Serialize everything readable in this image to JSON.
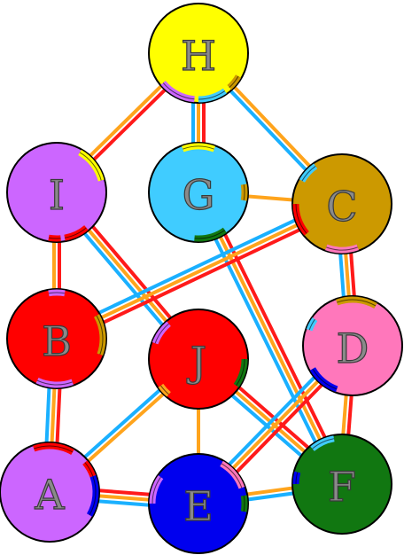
{
  "colors": {
    "red": "#ff1a1a",
    "orange": "#ffa41c",
    "blue": "#1ab0ff",
    "outline": "#000000"
  },
  "nodes": [
    {
      "id": "H",
      "label": "H",
      "fill": "#ffff00"
    },
    {
      "id": "I",
      "label": "I",
      "fill": "#cc66ff"
    },
    {
      "id": "G",
      "label": "G",
      "fill": "#40ccff"
    },
    {
      "id": "C",
      "label": "C",
      "fill": "#cc9900"
    },
    {
      "id": "B",
      "label": "B",
      "fill": "#ff0000"
    },
    {
      "id": "J",
      "label": "J",
      "fill": "#ff0000"
    },
    {
      "id": "D",
      "label": "D",
      "fill": "#ff77bb"
    },
    {
      "id": "A",
      "label": "A",
      "fill": "#cc66ff"
    },
    {
      "id": "E",
      "label": "E",
      "fill": "#0000ee"
    },
    {
      "id": "F",
      "label": "F",
      "fill": "#117711"
    }
  ],
  "edges": [
    {
      "from": "H",
      "to": "I",
      "lines": [
        "red",
        "orange"
      ]
    },
    {
      "from": "H",
      "to": "G",
      "lines": [
        "red",
        "orange",
        "blue"
      ]
    },
    {
      "from": "H",
      "to": "C",
      "lines": [
        "orange",
        "blue"
      ]
    },
    {
      "from": "I",
      "to": "B",
      "lines": [
        "red",
        "orange"
      ]
    },
    {
      "from": "I",
      "to": "J",
      "lines": [
        "red",
        "orange",
        "blue"
      ]
    },
    {
      "from": "G",
      "to": "C",
      "lines": [
        "orange"
      ]
    },
    {
      "from": "G",
      "to": "F",
      "lines": [
        "red",
        "orange",
        "blue"
      ]
    },
    {
      "from": "C",
      "to": "B",
      "lines": [
        "red",
        "orange",
        "blue"
      ]
    },
    {
      "from": "C",
      "to": "D",
      "lines": [
        "red",
        "orange",
        "blue"
      ]
    },
    {
      "from": "B",
      "to": "A",
      "lines": [
        "red",
        "orange",
        "blue"
      ]
    },
    {
      "from": "J",
      "to": "A",
      "lines": [
        "orange",
        "blue"
      ]
    },
    {
      "from": "J",
      "to": "E",
      "lines": [
        "orange"
      ]
    },
    {
      "from": "J",
      "to": "F",
      "lines": [
        "red",
        "orange",
        "blue"
      ]
    },
    {
      "from": "D",
      "to": "E",
      "lines": [
        "red",
        "orange",
        "blue"
      ]
    },
    {
      "from": "D",
      "to": "F",
      "lines": [
        "red",
        "orange"
      ]
    },
    {
      "from": "A",
      "to": "E",
      "lines": [
        "red",
        "orange",
        "blue"
      ]
    },
    {
      "from": "E",
      "to": "F",
      "lines": [
        "orange",
        "blue"
      ]
    }
  ]
}
